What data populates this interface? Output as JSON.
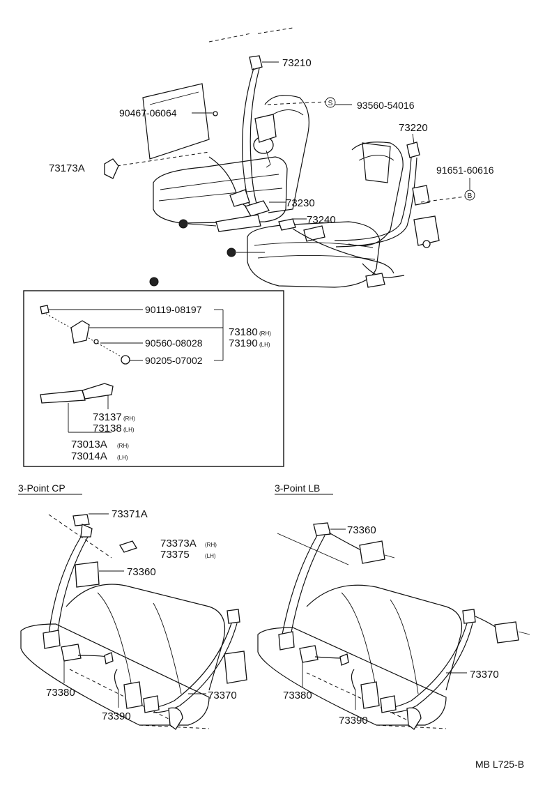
{
  "top": {
    "labels": {
      "p73210": "73210",
      "p93560": "93560-54016",
      "s_symbol": "S",
      "p90467": "90467-06064",
      "p73220": "73220",
      "p91651": "91651-60616",
      "b_symbol": "B",
      "p73173A": "73173A",
      "p73230": "73230",
      "p73240": "73240"
    }
  },
  "inset": {
    "p90119": "90119-08197",
    "p90560": "90560-08028",
    "p90205": "90205-07002",
    "p73180": "73180",
    "p73180_side": "(RH)",
    "p73190": "73190",
    "p73190_side": "(LH)",
    "p73137": "73137",
    "p73137_side": "(RH)",
    "p73138": "73138",
    "p73138_side": "(LH)",
    "p73013A": "73013A",
    "p73013A_side": "(RH)",
    "p73014A": "73014A",
    "p73014A_side": "(LH)"
  },
  "cp": {
    "heading": "3-Point CP",
    "p73371A": "73371A",
    "p73373A": "73373A",
    "p73373A_side": "(RH)",
    "p73375": "73375",
    "p73375_side": "(LH)",
    "p73360": "73360",
    "p73380": "73380",
    "p73390": "73390",
    "p73370": "73370"
  },
  "lb": {
    "heading": "3-Point LB",
    "p73360": "73360",
    "p73370": "73370",
    "p73380": "73380",
    "p73390": "73390"
  },
  "footer": {
    "code": "MB L725-B"
  }
}
